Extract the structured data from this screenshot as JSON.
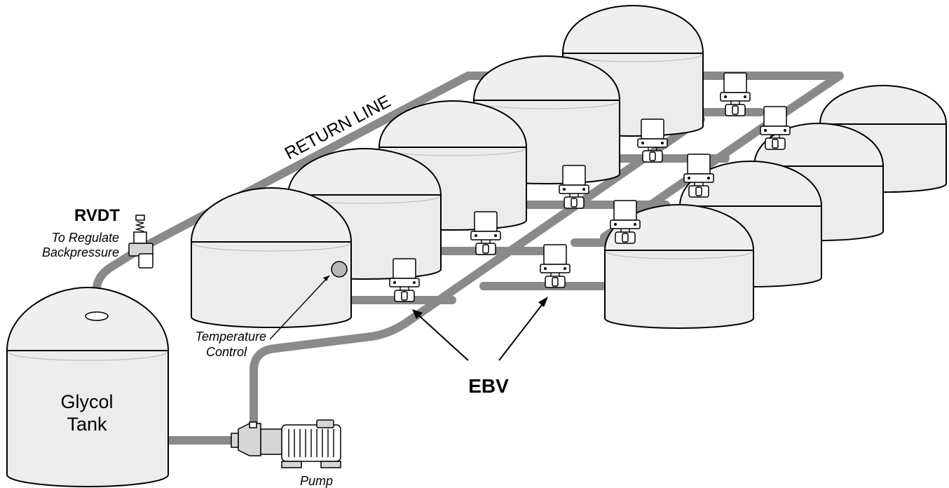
{
  "labels": {
    "rvdt_title": "RVDT",
    "rvdt_desc_line1": "To Regulate",
    "rvdt_desc_line2": "Backpressure",
    "return_line": "RETURN LINE",
    "glycol_tank_line1": "Glycol",
    "glycol_tank_line2": "Tank",
    "temperature_control_line1": "Temperature",
    "temperature_control_line2": "Control",
    "ebv": "EBV",
    "pump": "Pump"
  },
  "colors": {
    "pipe": "#8a8a8a",
    "tank_fill": "#ececec",
    "outline": "#000000",
    "background": "#ffffff"
  },
  "icons": [
    "pump-icon",
    "valve-icon",
    "regulator-valve-icon",
    "sensor-icon"
  ]
}
